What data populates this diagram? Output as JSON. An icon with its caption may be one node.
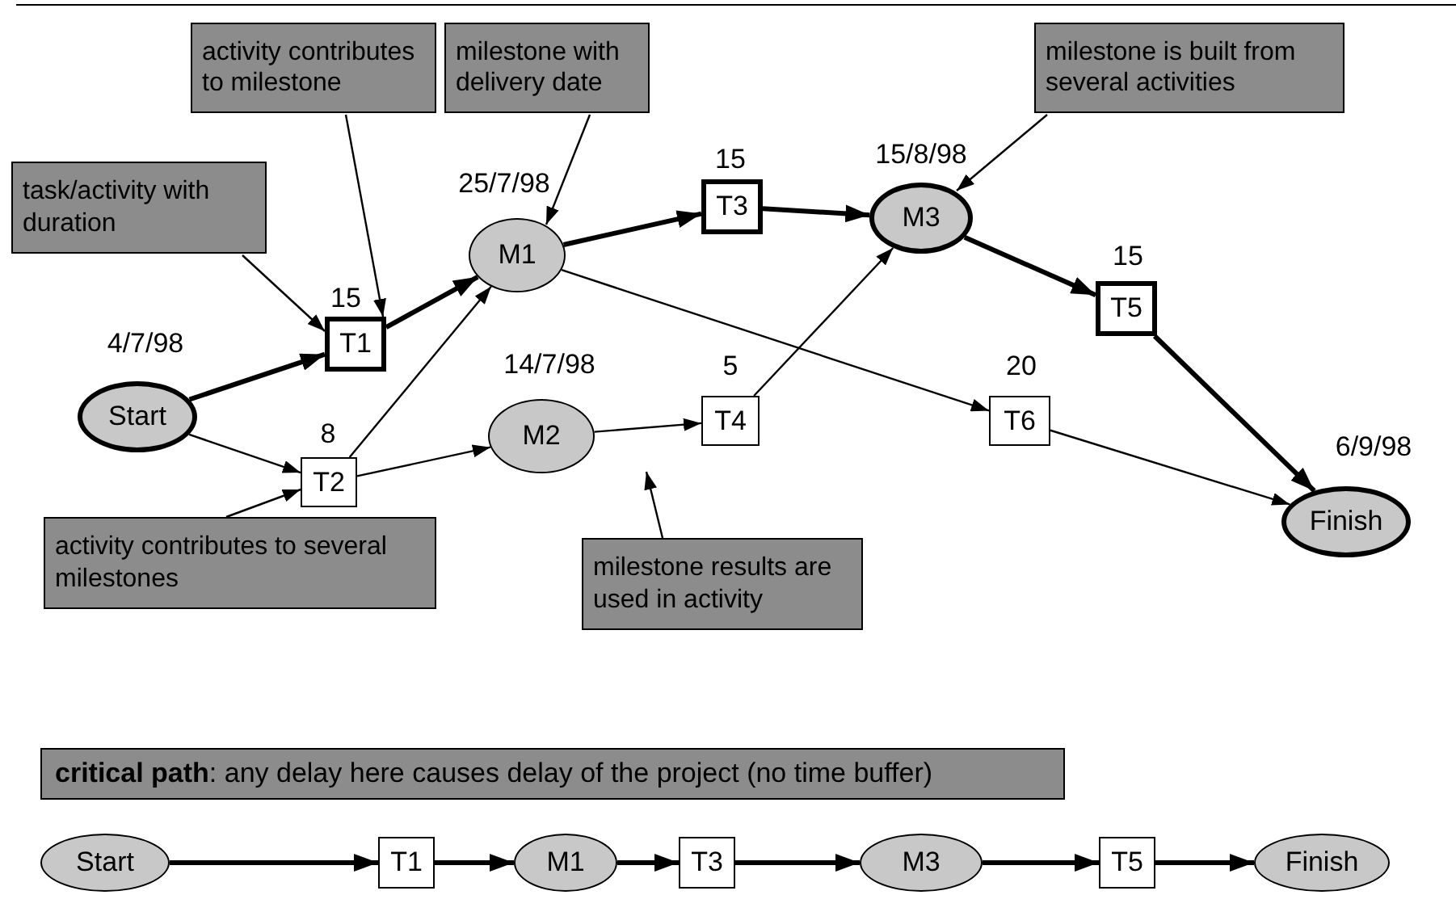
{
  "diagram": {
    "nodes": [
      {
        "text": [
          "activity contributes to milestone"
        ]
      },
      {
        "text": [
          "milestone with delivery date"
        ]
      },
      {
        "text": [
          "milestone is built from several activities"
        ]
      },
      {
        "text": [
          "task/activity with duration"
        ]
      },
      {
        "text": [
          "Start"
        ],
        "beside": [
          "4/7/98"
        ]
      },
      {
        "text": [
          "T1"
        ],
        "beside": [
          "15"
        ]
      },
      {
        "text": [
          "M1"
        ],
        "beside": [
          "25/7/98"
        ]
      },
      {
        "text": [
          "T3"
        ],
        "beside": [
          "15"
        ]
      },
      {
        "text": [
          "M3"
        ],
        "beside": [
          "15/8/98"
        ]
      },
      {
        "text": [
          "T5"
        ],
        "beside": [
          "15"
        ]
      },
      {
        "text": [
          "T2"
        ],
        "beside": [
          "8"
        ]
      },
      {
        "text": [
          "M2"
        ],
        "beside": [
          "14/7/98"
        ]
      },
      {
        "text": [
          "T4"
        ],
        "beside": [
          "5"
        ]
      },
      {
        "text": [
          "T6"
        ],
        "beside": [
          "20"
        ]
      },
      {
        "text": [
          "Finish"
        ],
        "beside": [
          "6/9/98"
        ]
      },
      {
        "text": [
          "activity contributes to several milestones"
        ]
      },
      {
        "text": [
          "milestone results are used in activity"
        ]
      },
      {
        "text": [
          "**critical path**: any delay here causes delay of the project (no time buffer)"
        ]
      },
      {
        "text": [
          "Start"
        ]
      },
      {
        "text": [
          "T1"
        ]
      },
      {
        "text": [
          "M1"
        ]
      },
      {
        "text": [
          "T3"
        ]
      },
      {
        "text": [
          "M3"
        ]
      },
      {
        "text": [
          "T5"
        ]
      },
      {
        "text": [
          "Finish"
        ]
      }
    ],
    "edges": [
      {
        "from": 0,
        "to": 5,
        "arrow": "to"
      },
      {
        "from": 1,
        "to": 6,
        "arrow": "to"
      },
      {
        "from": 2,
        "to": 8,
        "arrow": "to"
      },
      {
        "from": 3,
        "to": 5,
        "arrow": "to"
      },
      {
        "from": 15,
        "to": 10,
        "arrow": "to"
      },
      {
        "from": 16,
        "to": null,
        "arrow": "to"
      },
      {
        "from": 4,
        "to": 5,
        "arrow": "to",
        "style": "thick"
      },
      {
        "from": 5,
        "to": 6,
        "arrow": "to",
        "style": "thick"
      },
      {
        "from": 4,
        "to": 10,
        "arrow": "to"
      },
      {
        "from": 10,
        "to": 6,
        "arrow": "to"
      },
      {
        "from": 10,
        "to": 11,
        "arrow": "to"
      },
      {
        "from": 6,
        "to": 7,
        "arrow": "to",
        "style": "thick"
      },
      {
        "from": 6,
        "to": 13,
        "arrow": "to"
      },
      {
        "from": 7,
        "to": 8,
        "arrow": "to",
        "style": "thick"
      },
      {
        "from": 11,
        "to": 12,
        "arrow": "to"
      },
      {
        "from": 12,
        "to": 8,
        "arrow": "to"
      },
      {
        "from": 8,
        "to": 9,
        "arrow": "to",
        "style": "thick"
      },
      {
        "from": 13,
        "to": 14,
        "arrow": "to"
      },
      {
        "from": 9,
        "to": 14,
        "arrow": "to",
        "style": "thick"
      },
      {
        "from": 18,
        "to": 19,
        "arrow": "to",
        "style": "thick"
      },
      {
        "from": 19,
        "to": 20,
        "arrow": "to",
        "style": "thick"
      },
      {
        "from": 20,
        "to": 21,
        "arrow": "to",
        "style": "thick"
      },
      {
        "from": 21,
        "to": 22,
        "arrow": "to",
        "style": "thick"
      },
      {
        "from": 22,
        "to": 23,
        "arrow": "to",
        "style": "thick"
      },
      {
        "from": 23,
        "to": 24,
        "arrow": "to",
        "style": "thick"
      }
    ]
  }
}
